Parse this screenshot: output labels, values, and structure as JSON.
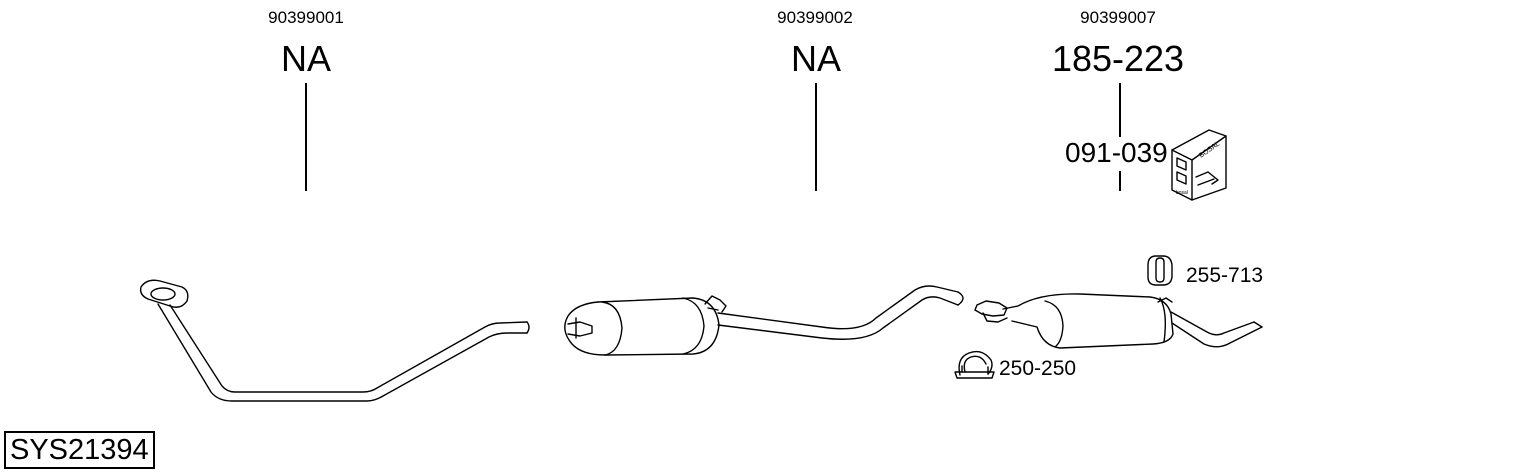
{
  "columns": [
    {
      "oe_number": "90399001",
      "part": "NA"
    },
    {
      "oe_number": "90399002",
      "part": "NA"
    },
    {
      "oe_number": "90399007",
      "part": "185-223"
    }
  ],
  "accessory_part": "091-039",
  "hanger_part": "255-713",
  "clamp_part": "250-250",
  "system_code": "SYS21394",
  "box_brand": "BOSAL",
  "box_side_text": "bosal"
}
